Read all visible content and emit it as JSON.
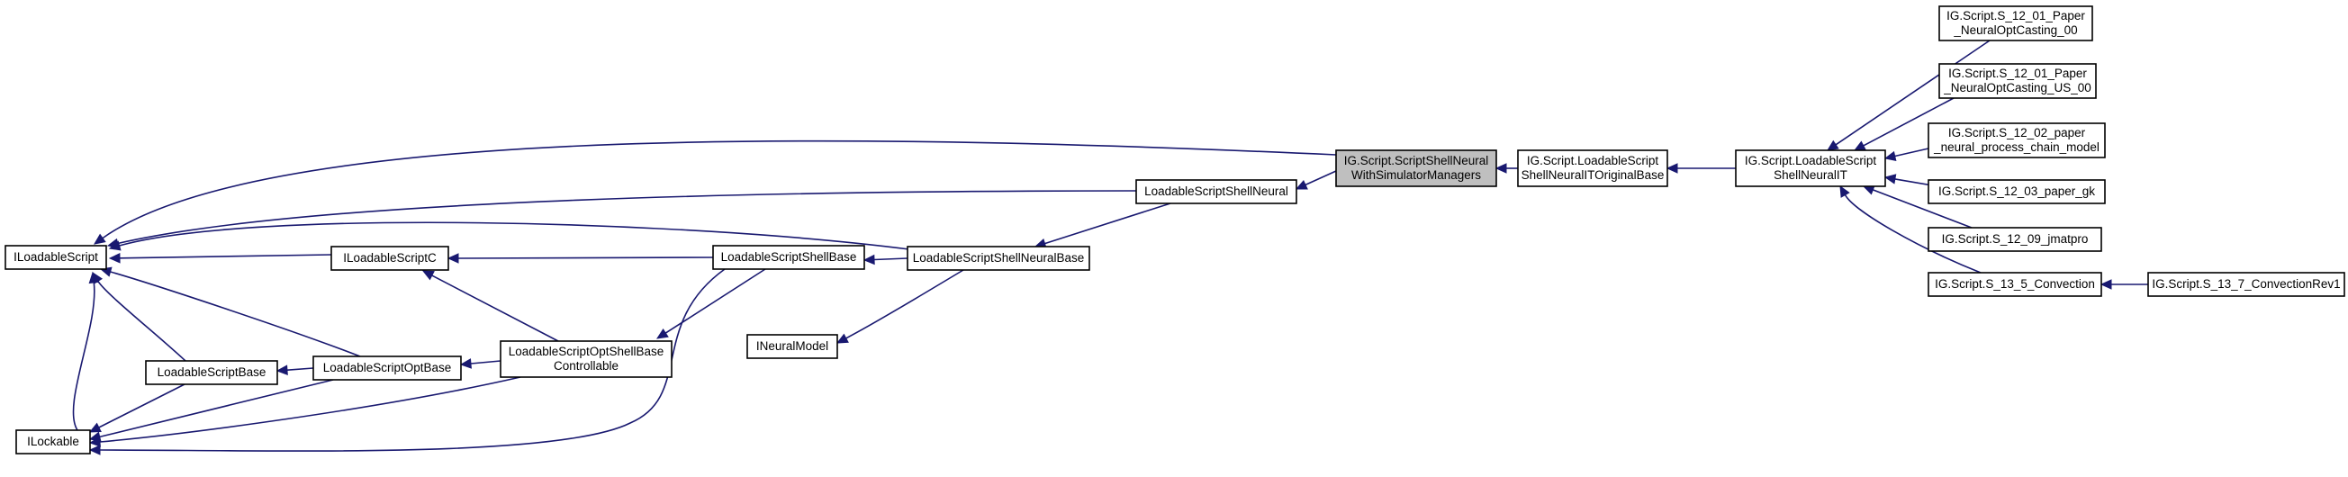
{
  "diagram": {
    "type": "inheritance-graph",
    "colors": {
      "edge": "#191970",
      "node_border": "#000000",
      "node_fill": "#ffffff",
      "highlight_fill": "#bfbfbf"
    },
    "nodes": [
      {
        "id": "iloadablescript",
        "lines": [
          "ILoadableScript"
        ]
      },
      {
        "id": "ilockable",
        "lines": [
          "ILockable"
        ]
      },
      {
        "id": "loadablescriptbase",
        "lines": [
          "LoadableScriptBase"
        ]
      },
      {
        "id": "loadablescriptoptbase",
        "lines": [
          "LoadableScriptOptBase"
        ]
      },
      {
        "id": "iloadablescriptc",
        "lines": [
          "ILoadableScriptC"
        ]
      },
      {
        "id": "loadablescriptoptshellbasecontrollable",
        "lines": [
          "LoadableScriptOptShellBase",
          "Controllable"
        ]
      },
      {
        "id": "loadablescriptshellbase",
        "lines": [
          "LoadableScriptShellBase"
        ]
      },
      {
        "id": "ineuralmodel",
        "lines": [
          "INeuralModel"
        ]
      },
      {
        "id": "loadablescriptshellneuralbase",
        "lines": [
          "LoadableScriptShellNeuralBase"
        ]
      },
      {
        "id": "loadablescriptshellneural",
        "lines": [
          "LoadableScriptShellNeural"
        ]
      },
      {
        "id": "scriptshellneuralwithsimulatormanagers",
        "lines": [
          "IG.Script.ScriptShellNeural",
          "WithSimulatorManagers"
        ],
        "highlight": true
      },
      {
        "id": "loadablescriptshellneuralitoriginalbase",
        "lines": [
          "IG.Script.LoadableScript",
          "ShellNeuralITOriginalBase"
        ]
      },
      {
        "id": "loadablescriptshellneuralit",
        "lines": [
          "IG.Script.LoadableScript",
          "ShellNeuralIT"
        ]
      },
      {
        "id": "s12_01_paper_neuraloptcasting_00",
        "lines": [
          "IG.Script.S_12_01_Paper",
          "_NeuralOptCasting_00"
        ]
      },
      {
        "id": "s12_01_paper_neuraloptcasting_us_00",
        "lines": [
          "IG.Script.S_12_01_Paper",
          "_NeuralOptCasting_US_00"
        ]
      },
      {
        "id": "s12_02_paper_neural_process_chain_model",
        "lines": [
          "IG.Script.S_12_02_paper",
          "_neural_process_chain_model"
        ]
      },
      {
        "id": "s12_03_paper_gk",
        "lines": [
          "IG.Script.S_12_03_paper_gk"
        ]
      },
      {
        "id": "s12_09_jmatpro",
        "lines": [
          "IG.Script.S_12_09_jmatpro"
        ]
      },
      {
        "id": "s13_5_convection",
        "lines": [
          "IG.Script.S_13_5_Convection"
        ]
      },
      {
        "id": "s13_7_convectionrev1",
        "lines": [
          "IG.Script.S_13_7_ConvectionRev1"
        ]
      }
    ],
    "edges": [
      {
        "from": "ilockable",
        "to": "iloadablescript"
      },
      {
        "from": "loadablescriptbase",
        "to": "iloadablescript"
      },
      {
        "from": "loadablescriptoptbase",
        "to": "iloadablescript"
      },
      {
        "from": "iloadablescriptc",
        "to": "iloadablescript"
      },
      {
        "from": "loadablescriptshellneuralbase",
        "to": "iloadablescript"
      },
      {
        "from": "loadablescriptshellneural",
        "to": "iloadablescript"
      },
      {
        "from": "scriptshellneuralwithsimulatormanagers",
        "to": "iloadablescript"
      },
      {
        "from": "loadablescriptbase",
        "to": "ilockable"
      },
      {
        "from": "loadablescriptoptbase",
        "to": "ilockable"
      },
      {
        "from": "loadablescriptoptshellbasecontrollable",
        "to": "ilockable"
      },
      {
        "from": "loadablescriptshellbase",
        "to": "ilockable"
      },
      {
        "from": "loadablescriptoptbase",
        "to": "loadablescriptbase"
      },
      {
        "from": "loadablescriptoptshellbasecontrollable",
        "to": "loadablescriptoptbase"
      },
      {
        "from": "loadablescriptoptshellbasecontrollable",
        "to": "iloadablescriptc"
      },
      {
        "from": "loadablescriptshellbase",
        "to": "iloadablescriptc"
      },
      {
        "from": "loadablescriptshellbase",
        "to": "loadablescriptoptshellbasecontrollable"
      },
      {
        "from": "loadablescriptshellneuralbase",
        "to": "loadablescriptshellbase"
      },
      {
        "from": "loadablescriptshellneuralbase",
        "to": "ineuralmodel"
      },
      {
        "from": "loadablescriptshellneural",
        "to": "loadablescriptshellneuralbase"
      },
      {
        "from": "scriptshellneuralwithsimulatormanagers",
        "to": "loadablescriptshellneural"
      },
      {
        "from": "loadablescriptshellneuralitoriginalbase",
        "to": "scriptshellneuralwithsimulatormanagers"
      },
      {
        "from": "loadablescriptshellneuralit",
        "to": "loadablescriptshellneuralitoriginalbase"
      },
      {
        "from": "s12_01_paper_neuraloptcasting_00",
        "to": "loadablescriptshellneuralit"
      },
      {
        "from": "s12_01_paper_neuraloptcasting_us_00",
        "to": "loadablescriptshellneuralit"
      },
      {
        "from": "s12_02_paper_neural_process_chain_model",
        "to": "loadablescriptshellneuralit"
      },
      {
        "from": "s12_03_paper_gk",
        "to": "loadablescriptshellneuralit"
      },
      {
        "from": "s12_09_jmatpro",
        "to": "loadablescriptshellneuralit"
      },
      {
        "from": "s13_5_convection",
        "to": "loadablescriptshellneuralit"
      },
      {
        "from": "s13_7_convectionrev1",
        "to": "s13_5_convection"
      }
    ]
  }
}
